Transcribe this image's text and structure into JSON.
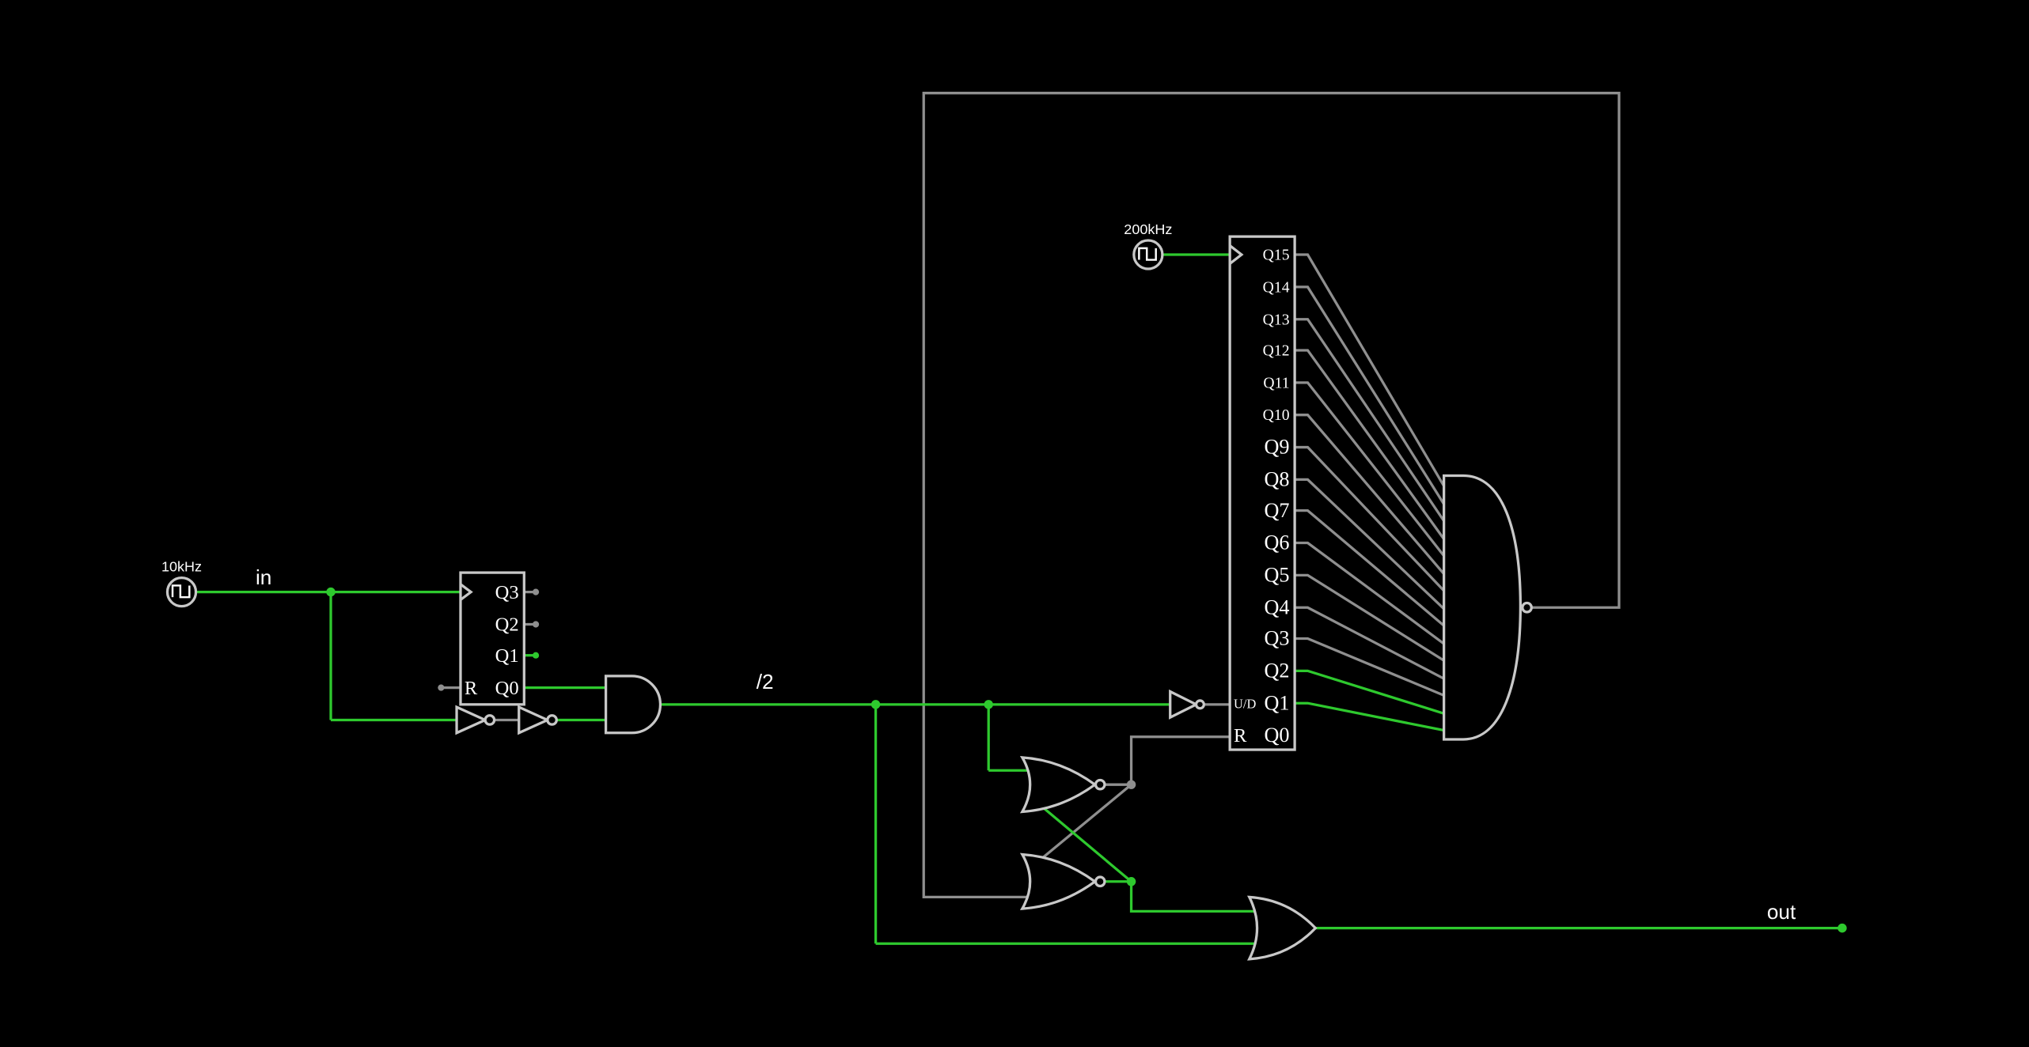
{
  "app": {
    "type": "logic-circuit-simulator"
  },
  "colors": {
    "background": "#000000",
    "wire_high": "#2ec92e",
    "wire_low": "#8f8f8f",
    "component_outline": "#c8c8c8",
    "text": "#ffffff"
  },
  "labels": {
    "in": "in",
    "div2": "/2",
    "out": "out"
  },
  "clocks": [
    {
      "label": "10kHz"
    },
    {
      "label": "200kHz"
    }
  ],
  "counter_small": {
    "outputs": [
      "Q3",
      "Q2",
      "Q1",
      "Q0"
    ],
    "reset_label": "R"
  },
  "counter_large": {
    "outputs": [
      "Q15",
      "Q14",
      "Q13",
      "Q12",
      "Q11",
      "Q10",
      "Q9",
      "Q8",
      "Q7",
      "Q6",
      "Q5",
      "Q4",
      "Q3",
      "Q2",
      "Q1",
      "Q0"
    ],
    "updown_label": "U/D",
    "reset_label": "R"
  }
}
